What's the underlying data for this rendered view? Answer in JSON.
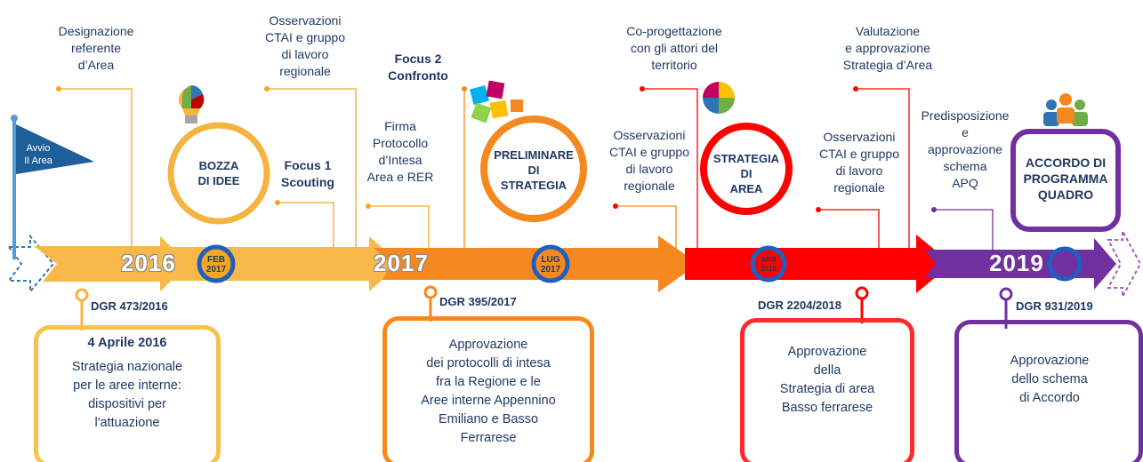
{
  "colors": {
    "accent_yellow": "#f8b84a",
    "accent_orange": "#f5891f",
    "accent_red": "#ff0000",
    "accent_purple": "#7030a0",
    "text": "#1f3864",
    "dot_ring": "#1f5fbf"
  },
  "icons": [
    "flag-icon",
    "lightbulb-icon",
    "puzzle-icon",
    "swot-icon",
    "people-icon"
  ],
  "flag": {
    "l1": "Avvio",
    "l2": "II Area"
  },
  "years": [
    "2016",
    "2017",
    "2019"
  ],
  "date_dots": [
    {
      "l1": "FEB",
      "l2": "2017"
    },
    {
      "l1": "LUG",
      "l2": "2017"
    },
    {
      "l1": "APR",
      "l2": "2018"
    }
  ],
  "notes": {
    "designazione": [
      "Designazione",
      "referente",
      "d’Area"
    ],
    "oss1": [
      "Osservazioni",
      "CTAI e gruppo",
      "di lavoro",
      "regionale"
    ],
    "focus2": [
      "Focus 2",
      "Confronto"
    ],
    "focus1": [
      "Focus 1",
      "Scouting"
    ],
    "firma": [
      "Firma",
      "Protocollo",
      "d’Intesa",
      "Area e RER"
    ],
    "oss2": [
      "Osservazioni",
      "CTAI e gruppo",
      "di lavoro",
      "regionale"
    ],
    "coprog": [
      "Co-progettazione",
      "con gli attori del",
      "territorio"
    ],
    "valutazione": [
      "Valutazione",
      "e approvazione",
      "Strategia d’Area"
    ],
    "oss3": [
      "Osservazioni",
      "CTAI e gruppo",
      "di lavoro",
      "regionale"
    ],
    "predisp": [
      "Predisposizione",
      "e",
      "approvazione",
      "schema",
      "APQ"
    ]
  },
  "milestones": [
    {
      "l1": "BOZZA",
      "l2": "DI IDEE"
    },
    {
      "l1": "PRELIMINARE",
      "l2": "DI",
      "l3": "STRATEGIA"
    },
    {
      "l1": "STRATEGIA",
      "l2": "DI",
      "l3": "AREA"
    },
    {
      "l1": "ACCORDO DI",
      "l2": "PROGRAMMA",
      "l3": "QUADRO"
    }
  ],
  "dgr": [
    "DGR 473/2016",
    "DGR 395/2017",
    "DGR 2204/2018",
    "DGR 931/2019"
  ],
  "boxes": [
    {
      "date": "4 Aprile 2016",
      "l1": "Strategia nazionale",
      "l2": "per le aree interne:",
      "l3": "dispositivi per",
      "l4": "l'attuazione"
    },
    {
      "l1": "Approvazione",
      "l2": "dei protocolli di intesa",
      "l3": "fra la Regione e le",
      "l4": "Aree interne Appennino",
      "l5": "Emiliano e Basso",
      "l6": "Ferrarese"
    },
    {
      "l1": "Approvazione",
      "l2": "della",
      "l3": "Strategia di area",
      "l4": "Basso ferrarese"
    },
    {
      "l1": "Approvazione",
      "l2": "dello schema",
      "l3": "di Accordo"
    }
  ]
}
